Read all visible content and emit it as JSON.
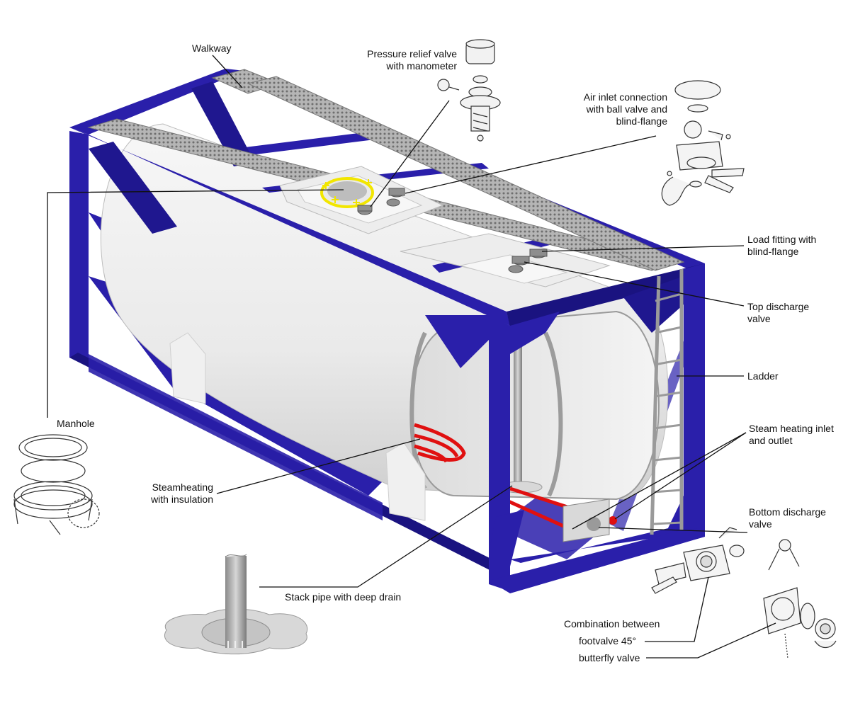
{
  "labels": {
    "walkway": "Walkway",
    "pressure_relief_line1": "Pressure relief valve",
    "pressure_relief_line2": "with manometer",
    "air_inlet_line1": "Air inlet connection",
    "air_inlet_line2": "with ball valve and",
    "air_inlet_line3": "blind-flange",
    "load_fitting_line1": "Load fitting with",
    "load_fitting_line2": "blind-flange",
    "top_discharge_line1": "Top discharge",
    "top_discharge_line2": "valve",
    "ladder": "Ladder",
    "steam_inlet_line1": "Steam heating inlet",
    "steam_inlet_line2": "and outlet",
    "bottom_discharge_line1": "Bottom discharge",
    "bottom_discharge_line2": "valve",
    "manhole": "Manhole",
    "steamheating_line1": "Steamheating",
    "steamheating_line2": "with insulation",
    "stack_pipe": "Stack pipe with deep drain",
    "combination": "Combination between",
    "footvalve": "footvalve 45°",
    "butterfly": "butterfly valve"
  },
  "colors": {
    "frame": "#2a1faa",
    "frame_dark": "#1a1380",
    "walkway": "#a9a9a9",
    "tank": "#eeeeee",
    "heating": "#e01010",
    "manhole_ring": "#f2e600"
  }
}
